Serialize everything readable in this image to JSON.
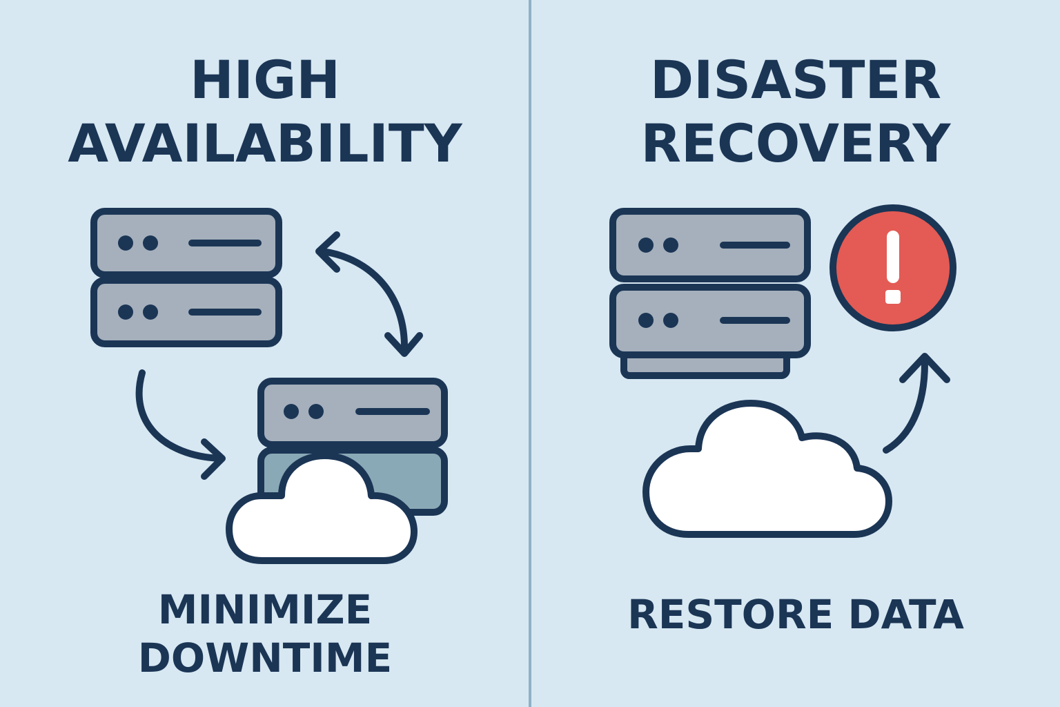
{
  "colors": {
    "background": "#d7e8f2",
    "navy": "#1b3555",
    "server_gray": "#a5b0bc",
    "server_teal": "#8aa9b6",
    "cloud_white": "#ffffff",
    "alert_red": "#e35b54",
    "divider": "#8fb0c8"
  },
  "left_panel": {
    "title_lines": [
      "HIGH",
      "AVAILABILITY"
    ],
    "caption_lines": [
      "MINIMIZE",
      "DOWNTIME"
    ],
    "icons": [
      "server-stack-icon",
      "sync-arrow-icon",
      "failover-arrow-icon",
      "backup-server-icon",
      "cloud-icon"
    ]
  },
  "right_panel": {
    "title_lines": [
      "DISASTER",
      "RECOVERY"
    ],
    "caption_lines": [
      "RESTORE DATA"
    ],
    "icons": [
      "server-stack-icon",
      "alert-icon",
      "cloud-icon",
      "restore-arrow-icon"
    ]
  }
}
